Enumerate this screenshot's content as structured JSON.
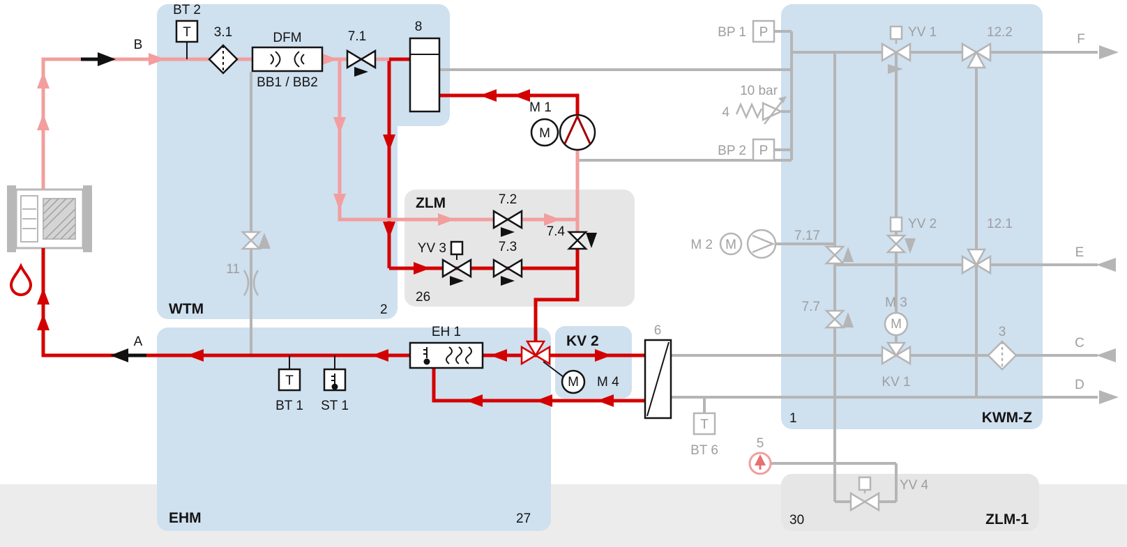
{
  "colors": {
    "active": "#d40000",
    "warm": "#f29e9e",
    "inactive": "#b5b5b5",
    "module_blue": "#cfe0ef",
    "module_gray": "#e6e6e6",
    "band_gray": "#ececec"
  },
  "modules": {
    "wtm": {
      "label": "WTM",
      "number": "2"
    },
    "zlm": {
      "label": "ZLM",
      "number": "26"
    },
    "ehm": {
      "label": "EHM",
      "number": "27"
    },
    "kv2": {
      "label": "KV 2"
    },
    "kwmz": {
      "label": "KWM-Z",
      "number": "1"
    },
    "zlm1": {
      "label": "ZLM-1",
      "number": "30"
    }
  },
  "ports": {
    "a": "A",
    "b": "B",
    "c": "C",
    "d": "D",
    "e": "E",
    "f": "F"
  },
  "sensors": {
    "bt2": "BT 2",
    "bt1": "BT 1",
    "st1": "ST 1",
    "bt6": "BT 6",
    "bp1": "BP 1",
    "bp2": "BP 2",
    "t": "T",
    "p": "P"
  },
  "valves": {
    "v31": "3.1",
    "v71": "7.1",
    "v72": "7.2",
    "v73": "7.3",
    "v74": "7.4",
    "yv3": "YV 3",
    "v11": "11",
    "relief": "4",
    "relief_rating": "10 bar",
    "v717": "7.17",
    "v77": "7.7",
    "yv1": "YV 1",
    "yv2": "YV 2",
    "v122": "12.2",
    "v121": "12.1",
    "kv1": "KV 1",
    "yv4": "YV 4",
    "v3": "3"
  },
  "equipment": {
    "dfm": "DFM",
    "dfm_sub": "BB1 / BB2",
    "vessel": "8",
    "pump_m1": "M 1",
    "pump_m2": "M 2",
    "motor_m3": "M 3",
    "motor_m4": "M 4",
    "m": "M",
    "heater": "EH 1",
    "filter6": "6",
    "gauge5": "5"
  }
}
